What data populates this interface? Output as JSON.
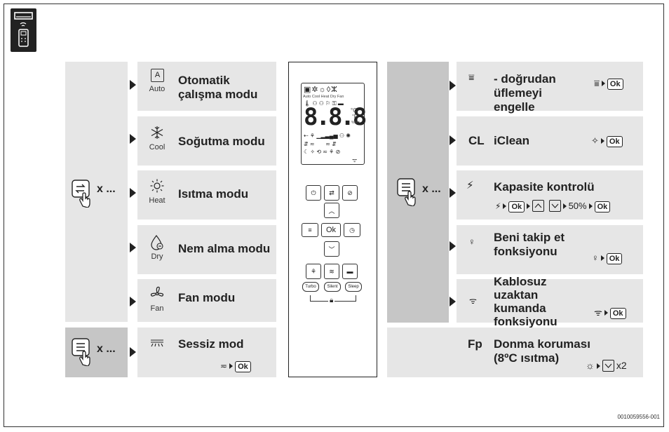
{
  "modes": {
    "auto": {
      "box": "A",
      "label": "Auto",
      "title": "Otomatik çalışma modu"
    },
    "cool": {
      "label": "Cool",
      "title": "Soğutma modu"
    },
    "heat": {
      "label": "Heat",
      "title": "Isıtma modu"
    },
    "dry": {
      "label": "Dry",
      "title": "Nem alma modu"
    },
    "fan": {
      "label": "Fan",
      "title": "Fan modu"
    }
  },
  "press_times": "x ...",
  "silent": {
    "title": "Sessiz mod",
    "ok": "Ok"
  },
  "functions": {
    "direct": {
      "title": "- doğrudan üflemeyi engelle",
      "ok": "Ok"
    },
    "iclean": {
      "code": "CL",
      "title": "iClean",
      "ok": "Ok"
    },
    "capacity": {
      "title": "Kapasite kontrolü",
      "percent": "50%",
      "ok": "Ok",
      "ok2": "Ok"
    },
    "follow": {
      "title": "Beni takip et fonksiyonu",
      "ok": "Ok"
    },
    "wireless": {
      "title": "Kablosuz uzaktan kumanda fonksiyonu",
      "ok": "Ok"
    },
    "frost": {
      "code": "Fp",
      "title": "Donma koruması (8ºC ısıtma)",
      "times": "x2"
    }
  },
  "remote": {
    "lcd_digits": "8.8.8",
    "lcd_modes": "Auto Cool Heat Dry Fan",
    "lcd_unit_c": "°C",
    "lcd_unit_f": "°F",
    "lcd_unit_rh": "%RH",
    "ok_label": "Ok",
    "turbo": "Turbo",
    "silent": "Silent",
    "sleep": "Sleep"
  },
  "doc_id": "0010059556-001"
}
